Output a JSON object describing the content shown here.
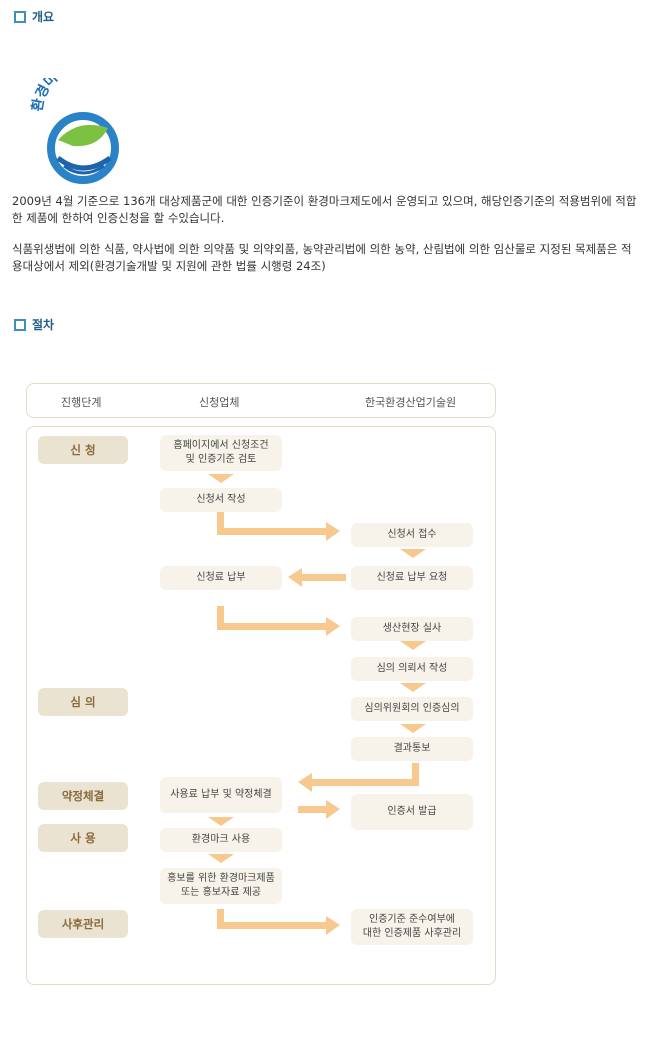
{
  "overview": {
    "title": "개요",
    "logo_text": "환경마크인증",
    "paragraph1": "2009년 4월 기준으로 136개 대상제품군에 대한 인증기준이 환경마크제도에서 운영되고 있으며, 해당인증기준의 적용범위에 적합한 제품에 한하여 인증신청을 할 수있습니다.",
    "paragraph2": "식품위생법에 의한 식품, 약사법에 의한 의약품 및 의약외품, 농약관리법에 의한 농약, 산림법에 의한 임산물로 지정된 목제품은 적용대상에서 제외(환경기술개발 및 지원에 관한 법률 시행령 24조)"
  },
  "procedure": {
    "title": "절차",
    "headers": {
      "stage": "진행단계",
      "applicant": "신청업체",
      "institute": "한국환경산업기술원"
    },
    "stages": {
      "apply": "신 청",
      "review": "심 의",
      "contract": "약정체결",
      "use": "사 용",
      "aftercare": "사후관리"
    },
    "applicant_steps": {
      "review_conditions": "홈페이지에서 신청조건\n및 인증기준 검토",
      "write_application": "신청서 작성",
      "pay_fee": "신청료 납부",
      "pay_usage": "사용료 납부 및 약정체결",
      "use_mark": "환경마크 사용",
      "promote": "홍보를 위한 환경마크제품\n또는 홍보자료 제공"
    },
    "institute_steps": {
      "receive": "신청서 접수",
      "request_fee": "신청료 납부 요청",
      "inspect": "생산현장 실사",
      "write_request": "심의 의뢰서 작성",
      "committee": "심의위원회의 인증심의",
      "notify": "결과통보",
      "issue": "인증서 발급",
      "manage": "인증기준 준수여부에\n대한 인증제품 사후관리"
    },
    "arrow_color": "#f8c98f"
  }
}
